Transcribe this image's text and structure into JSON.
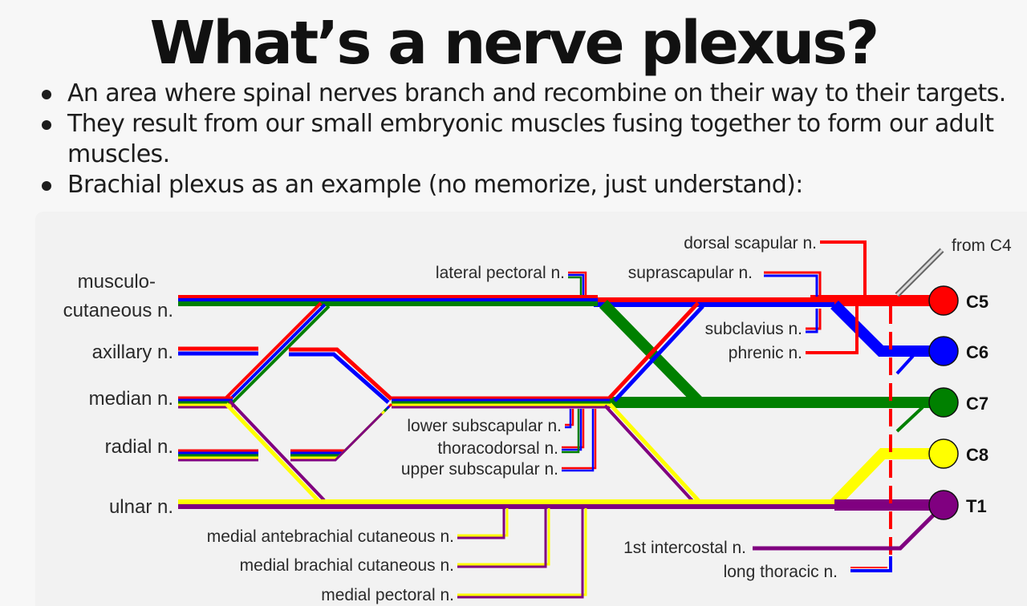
{
  "slide": {
    "title": "What’s a nerve plexus?",
    "bullets": [
      "An area where spinal nerves branch and recombine on their way to their targets.",
      "They result from our small embryonic muscles fusing together to form our adult muscles.",
      "Brachial plexus as an example (no memorize, just understand):"
    ]
  },
  "diagram": {
    "roots": [
      {
        "label": "C5",
        "color": "#ff0000"
      },
      {
        "label": "C6",
        "color": "#0000ff"
      },
      {
        "label": "C7",
        "color": "#008000"
      },
      {
        "label": "C8",
        "color": "#ffff00"
      },
      {
        "label": "T1",
        "color": "#800080"
      }
    ],
    "terminal_nerves": {
      "musculocutaneous_1": "musculo-",
      "musculocutaneous_2": "cutaneous n.",
      "axillary": "axillary n.",
      "median": "median n.",
      "radial": "radial n.",
      "ulnar": "ulnar n."
    },
    "branch_labels": {
      "dorsal_scapular": "dorsal scapular n.",
      "from_c4": "from C4",
      "lateral_pectoral": "lateral pectoral n.",
      "suprascapular": "suprascapular n.",
      "subclavius": "subclavius n.",
      "phrenic": "phrenic n.",
      "lower_subscapular": "lower subscapular n.",
      "thoracodorsal": "thoracodorsal n.",
      "upper_subscapular": "upper subscapular n.",
      "medial_antebrachial": "medial antebrachial cutaneous n.",
      "medial_brachial": "medial brachial cutaneous n.",
      "medial_pectoral": "medial pectoral n.",
      "first_intercostal": "1st intercostal n.",
      "long_thoracic": "long thoracic n."
    },
    "colors": {
      "red": "#ff0000",
      "blue": "#0000ff",
      "green": "#008000",
      "yellow": "#ffff00",
      "purple": "#800080",
      "c4_gray": "#bbbbbb"
    }
  }
}
